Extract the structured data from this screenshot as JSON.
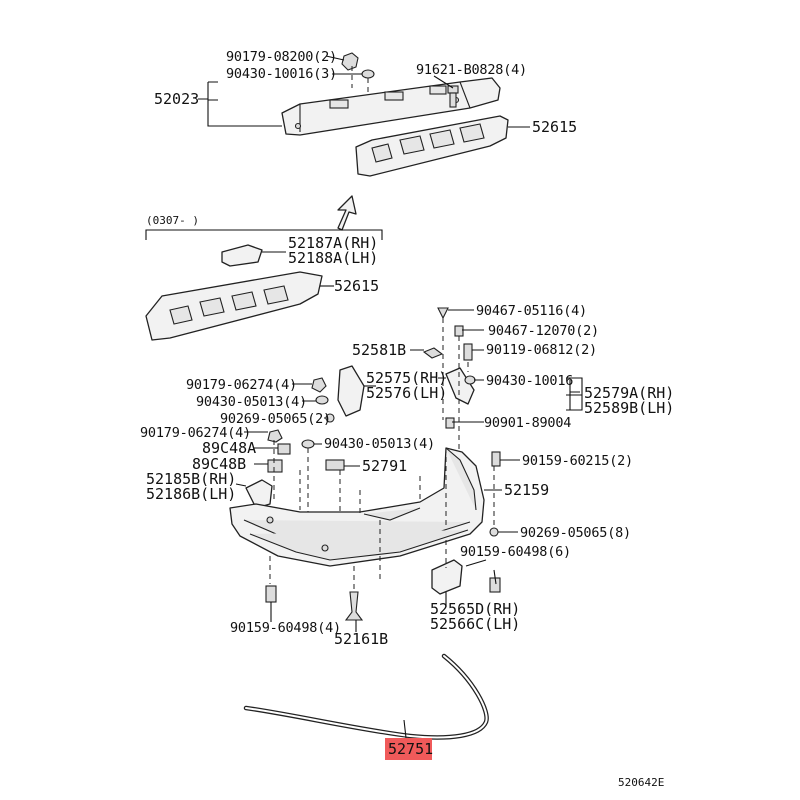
{
  "diagram": {
    "code": "520642E",
    "date_note": "(0307-   )",
    "highlight_color": "#f05a5a",
    "labels": {
      "p90179_08200": "90179-08200(2)",
      "p90430_10016_3": "90430-10016(3)",
      "p91621_B0828": "91621-B0828(4)",
      "p52023": "52023",
      "p52615_top": "52615",
      "p52187A": "52187A(RH)",
      "p52188A": "52188A(LH)",
      "p52615_mid": "52615",
      "p90467_05116": "90467-05116(4)",
      "p90467_12070": "90467-12070(2)",
      "p52581B": "52581B",
      "p90119_06812": "90119-06812(2)",
      "p52575": "52575(RH)",
      "p52576": "52576(LH)",
      "p90430_10016": "90430-10016",
      "p52579A": "52579A(RH)",
      "p52589B": "52589B(LH)",
      "p90179_06274_a": "90179-06274(4)",
      "p90430_05013_a": "90430-05013(4)",
      "p90269_05065_2": "90269-05065(2)",
      "p90901_89004": "90901-89004",
      "p90179_06274_b": "90179-06274(4)",
      "p90430_05013_b": "90430-05013(4)",
      "p89C48A": "89C48A",
      "p89C48B": "89C48B",
      "p52791": "52791",
      "p90159_60215": "90159-60215(2)",
      "p52185B": "52185B(RH)",
      "p52186B": "52186B(LH)",
      "p52159": "52159",
      "p90269_05065_8": "90269-05065(8)",
      "p90159_60498_6": "90159-60498(6)",
      "p52565D": "52565D(RH)",
      "p52566C": "52566C(LH)",
      "p90159_60498_4": "90159-60498(4)",
      "p52161B": "52161B",
      "p52751": "52751"
    }
  }
}
